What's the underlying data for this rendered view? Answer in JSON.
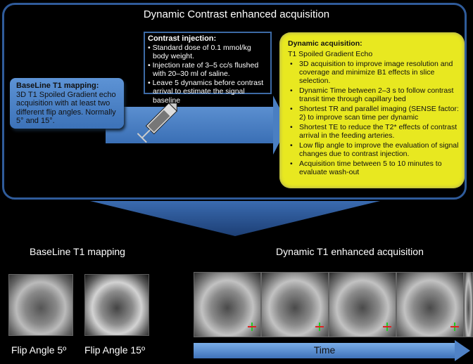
{
  "title": "Dynamic Contrast enhanced acquisition",
  "baseline_box": {
    "heading": "BaseLine T1 mapping:",
    "text": "3D T1 Spoiled Gradient echo acquisition with at least two different flip angles. Normally 5° and 15°."
  },
  "injection_box": {
    "heading": "Contrast injection:",
    "items": [
      "Standard dose of 0.1 mmol/kg body weight.",
      "Injection rate of 3–5 cc/s flushed with 20–30 ml of saline.",
      "Leave 5 dynamics before contrast arrival to estimate the signal baseline"
    ]
  },
  "dynamic_box": {
    "heading": "Dynamic acquisition:",
    "subheading": "T1 Spoiled Gradient Echo",
    "items": [
      "3D acquisition to improve image resolution and coverage and minimize B1 effects in slice selection.",
      "Dynamic Time between 2–3 s to follow contrast transit time through capillary bed",
      "Shortest TR and parallel imaging (SENSE factor: 2) to improve scan time per dynamic",
      "Shortest TE to reduce the T2* effects of contrast arrival in the feeding arteries.",
      "Low flip angle to improve the evaluation of signal changes due to contrast injection.",
      "Acquisition time between 5 to 10 minutes to evaluate wash-out"
    ]
  },
  "bottom": {
    "baseline_title": "BaseLine T1 mapping",
    "dynamic_title": "Dynamic T1 enhanced acquisition",
    "flip5": "Flip Angle 5º",
    "flip15": "Flip Angle 15º",
    "time_label": "Time"
  }
}
